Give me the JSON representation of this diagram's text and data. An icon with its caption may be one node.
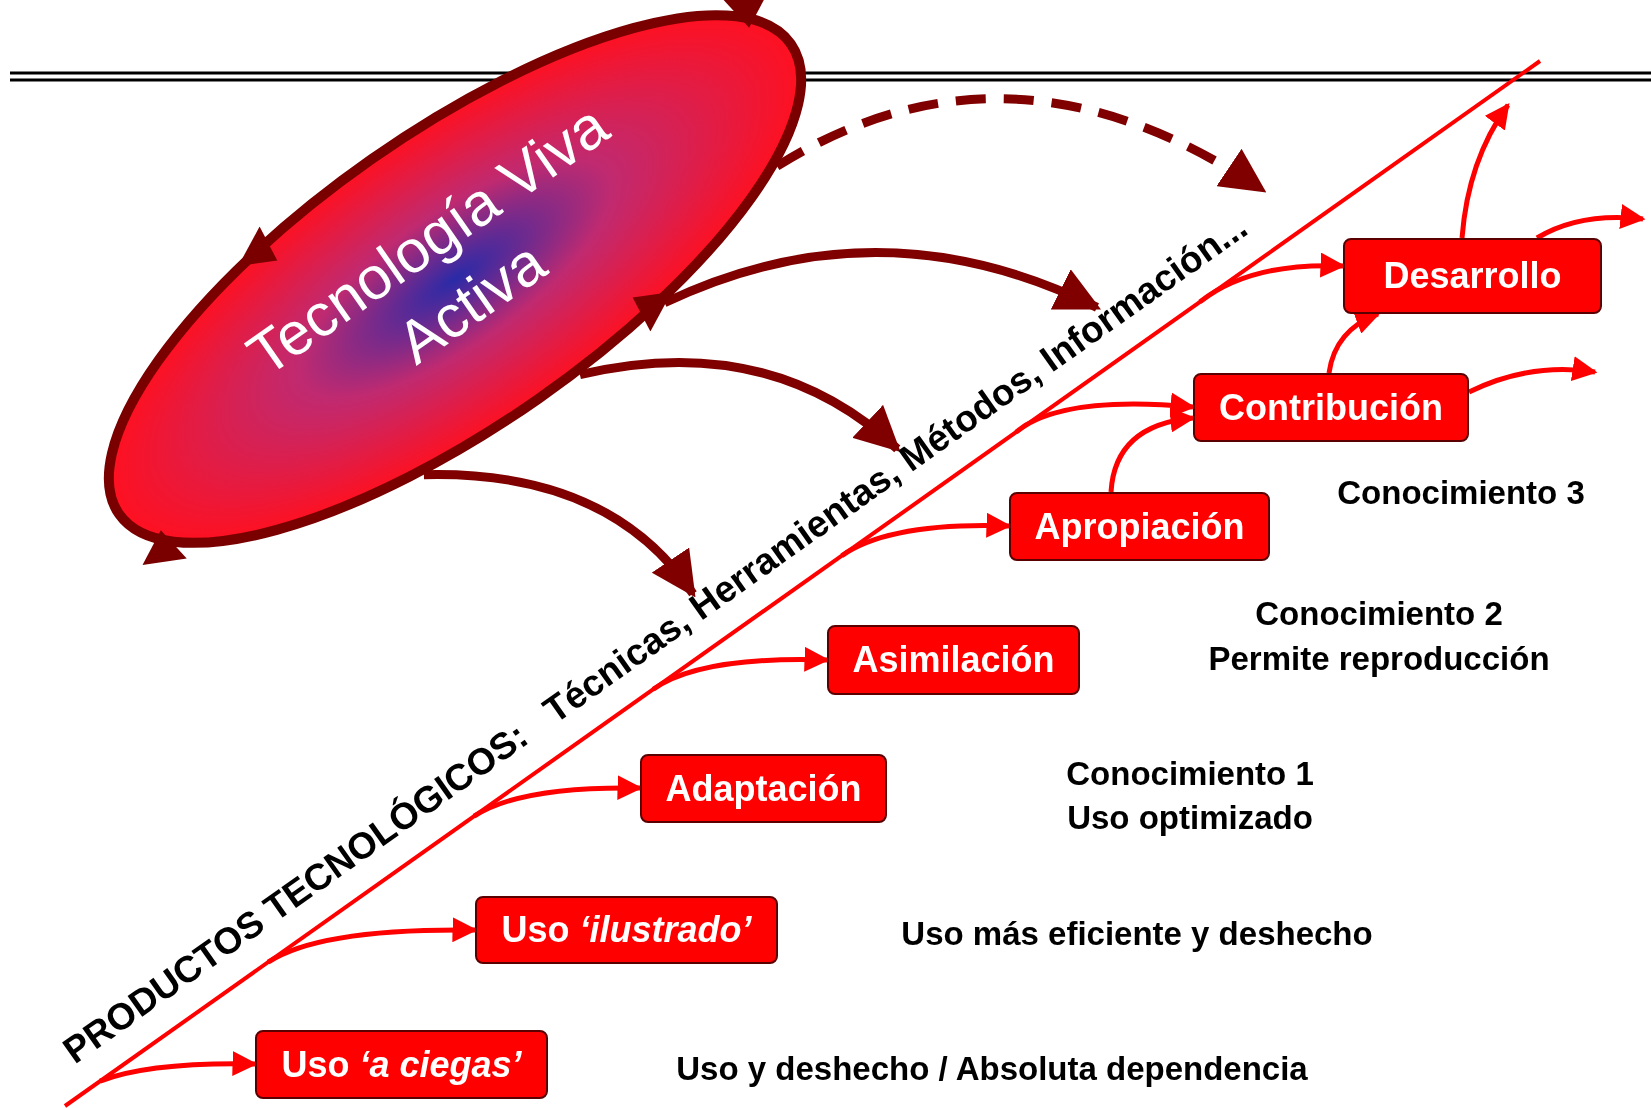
{
  "diagram": {
    "nodes": [
      {
        "text": [
          "Tecnología Viva Activa"
        ]
      },
      {
        "text": [
          "Uso *‘a ciegas’*"
        ]
      },
      {
        "text": [
          "Uso *‘ilustrado’*"
        ]
      },
      {
        "text": [
          "Adaptación"
        ]
      },
      {
        "text": [
          "Asimilación"
        ]
      },
      {
        "text": [
          "Apropiación"
        ]
      },
      {
        "text": [
          "Contribución"
        ]
      },
      {
        "text": [
          "Desarrollo"
        ]
      },
      {
        "text": [
          "PRODUCTOS TECNOLÓGICOS:",
          "Técnicas, Herramientas, Métodos, Información..."
        ]
      }
    ],
    "edges": [
      {
        "from": 8,
        "to": 1,
        "arrow": "to"
      },
      {
        "from": 8,
        "to": 2,
        "arrow": "to"
      },
      {
        "from": 8,
        "to": 3,
        "arrow": "to"
      },
      {
        "from": 8,
        "to": 4,
        "arrow": "to"
      },
      {
        "from": 8,
        "to": 5,
        "arrow": "to"
      },
      {
        "from": 8,
        "to": 6,
        "arrow": "to"
      },
      {
        "from": 8,
        "to": 7,
        "arrow": "to"
      },
      {
        "from": 5,
        "to": 6,
        "arrow": "to"
      },
      {
        "from": 6,
        "to": 7,
        "arrow": "to"
      },
      {
        "from": 7,
        "to": null,
        "arrow": "to"
      },
      {
        "from": 7,
        "to": null,
        "arrow": "to"
      },
      {
        "from": 6,
        "to": null,
        "arrow": "to"
      },
      {
        "from": 0,
        "to": 8,
        "arrow": "to",
        "style": "dashed",
        "color": "#800000"
      },
      {
        "from": 0,
        "to": 8,
        "arrow": "to",
        "style": "thick",
        "color": "#800000"
      },
      {
        "from": 0,
        "to": 8,
        "arrow": "to",
        "style": "thick",
        "color": "#800000"
      },
      {
        "from": 0,
        "to": 8,
        "arrow": "to",
        "style": "thick",
        "color": "#800000"
      }
    ],
    "labels": [
      "Conocimiento 3",
      "Conocimiento 2",
      "Permite reproducción",
      "Conocimiento 1",
      "Uso optimizado",
      "Uso más eficiente y deshecho",
      "Uso y deshecho / Absoluta dependencia"
    ]
  }
}
